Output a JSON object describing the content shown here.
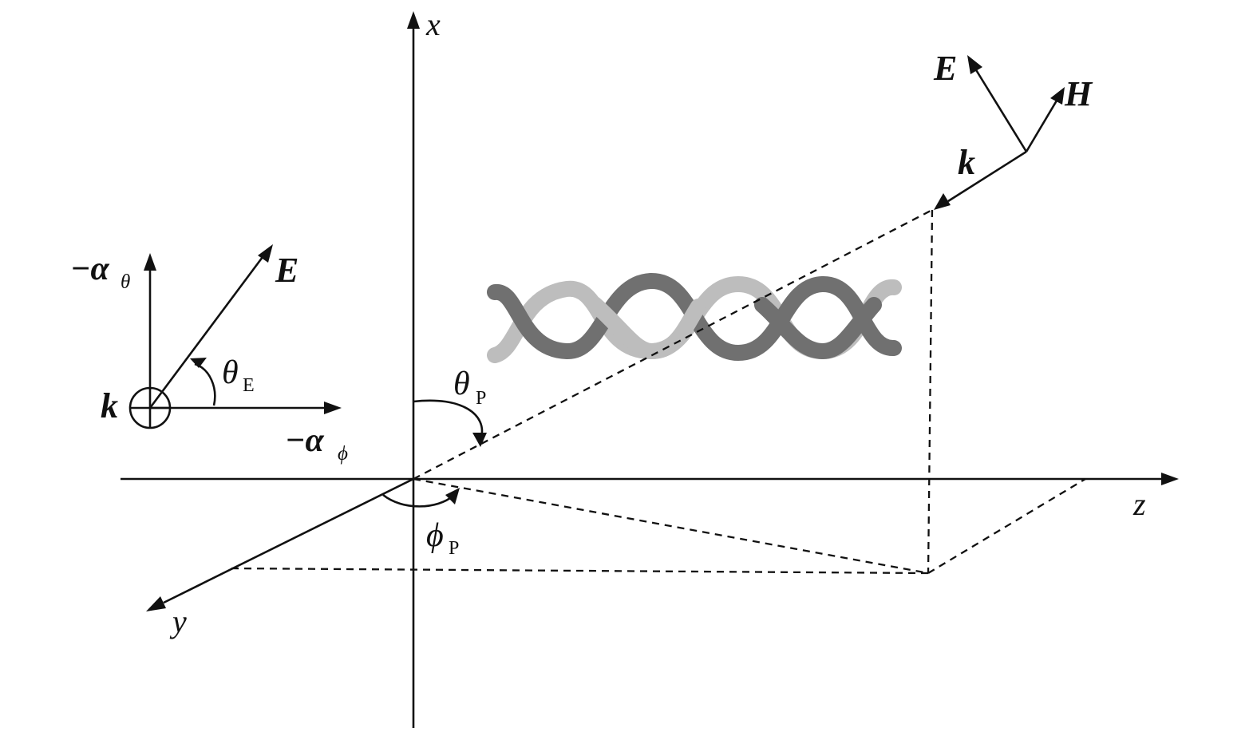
{
  "axes": {
    "x": "x",
    "y": "y",
    "z": "z"
  },
  "incident_wave": {
    "e_label": "E",
    "h_label": "H",
    "k_label": "k"
  },
  "polarization_inset": {
    "alpha_theta_prefix": "−α",
    "alpha_theta_sub": "θ",
    "alpha_phi_prefix": "−α",
    "alpha_phi_sub": "ϕ",
    "e_label": "E",
    "k_label": "k",
    "theta_e_main": "θ",
    "theta_e_sub": "E"
  },
  "angles": {
    "theta_p_main": "θ",
    "theta_p_sub": "P",
    "phi_p_main": "ϕ",
    "phi_p_sub": "P"
  },
  "colors": {
    "ink": "#111111",
    "strand_dark": "#707070",
    "strand_light": "#bdbdbd"
  }
}
